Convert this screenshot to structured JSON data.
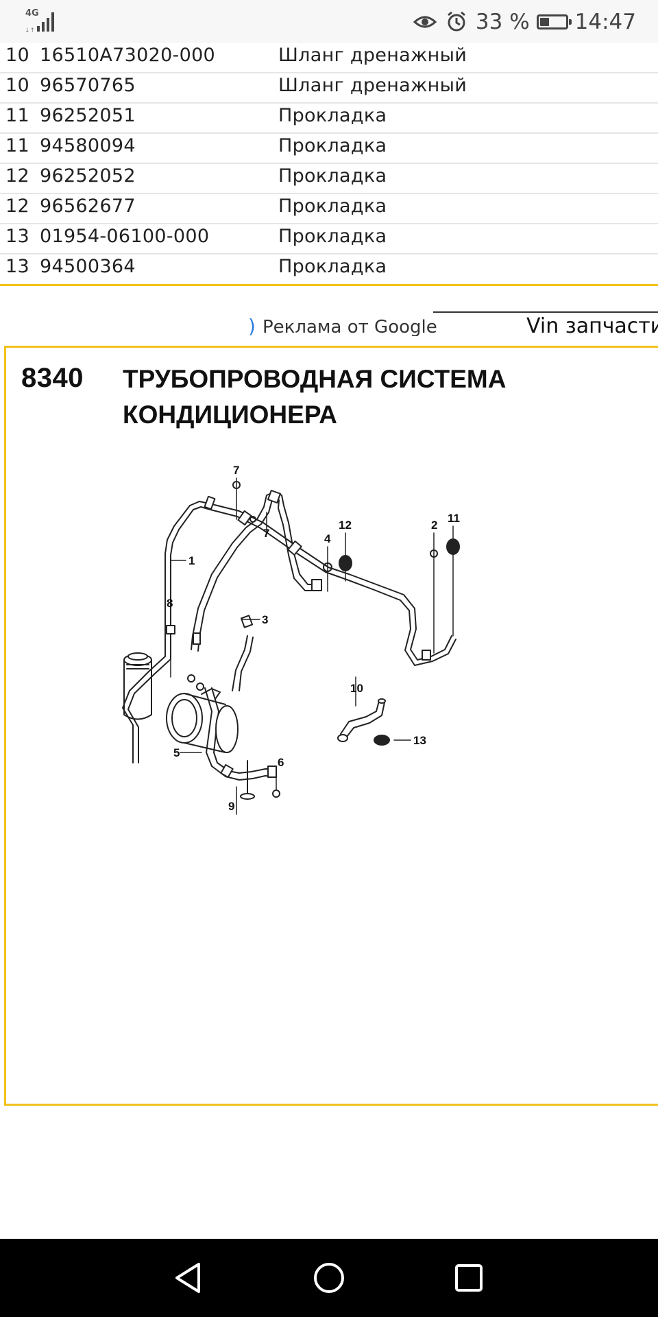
{
  "status_bar": {
    "network": "4G",
    "battery_percent": "33 %",
    "battery_level": 0.33,
    "time": "14:47",
    "icons": [
      "signal-icon",
      "eye-icon",
      "alarm-icon",
      "battery-icon"
    ]
  },
  "parts": [
    {
      "no": "10",
      "code": "16510A73020-000",
      "name": "Шланг дренажный"
    },
    {
      "no": "10",
      "code": "96570765",
      "name": "Шланг дренажный"
    },
    {
      "no": "11",
      "code": "96252051",
      "name": "Прокладка"
    },
    {
      "no": "11",
      "code": "94580094",
      "name": "Прокладка"
    },
    {
      "no": "12",
      "code": "96252052",
      "name": "Прокладка"
    },
    {
      "no": "12",
      "code": "96562677",
      "name": "Прокладка"
    },
    {
      "no": "13",
      "code": "01954-06100-000",
      "name": "Прокладка"
    },
    {
      "no": "13",
      "code": "94500364",
      "name": "Прокладка"
    }
  ],
  "ad": {
    "label": "Реклама от Google",
    "link": "Vin запчасти"
  },
  "diagram": {
    "code": "8340",
    "title_line1": "ТРУБОПРОВОДНАЯ СИСТЕМА",
    "title_line2": "КОНДИЦИОНЕРА",
    "callouts": [
      "1",
      "2",
      "3",
      "4",
      "5",
      "6",
      "7",
      "7",
      "8",
      "9",
      "10",
      "11",
      "12",
      "13"
    ]
  },
  "nav": {
    "buttons": [
      "back",
      "home",
      "recents"
    ]
  },
  "colors": {
    "accent_border": "#f2c21b",
    "ad_chevron": "#2a7de1",
    "nav_background": "#000000"
  }
}
